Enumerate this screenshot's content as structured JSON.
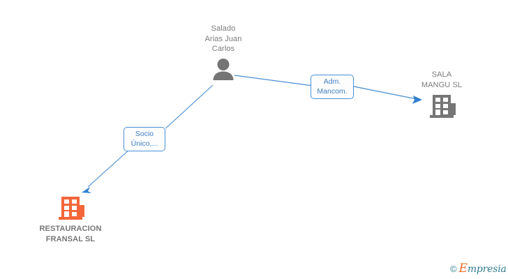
{
  "diagram": {
    "background_color": "#ffffff",
    "edge_color": "#4a8fd4",
    "person_icon_color": "#757575",
    "company_gray_color": "#767676",
    "company_orange_color": "#f4663a",
    "caption_color": "#7b7b7b",
    "nodes": [
      {
        "id": "person",
        "type": "person",
        "icon": "person-icon",
        "caption_lines": [
          "Salado",
          "Arias Juan",
          "Carlos"
        ],
        "bold": false
      },
      {
        "id": "company-sala",
        "type": "company",
        "icon": "building-icon",
        "icon_color": "#767676",
        "caption_lines": [
          "SALA",
          "MANGU SL"
        ],
        "bold": false
      },
      {
        "id": "company-restauracion",
        "type": "company",
        "icon": "building-icon",
        "icon_color": "#f4663a",
        "caption_lines": [
          "RESTAURACION",
          "FRANSAL SL"
        ],
        "bold": true
      }
    ],
    "edges": [
      {
        "id": "edge-adm-mancom",
        "from": "person",
        "to": "company-sala",
        "label_lines": [
          "Adm.",
          "Mancom."
        ],
        "arrow": "to-target"
      },
      {
        "id": "edge-socio-unico",
        "from": "person",
        "to": "company-restauracion",
        "label_lines": [
          "Socio",
          "Único,..."
        ],
        "arrow": "to-target"
      }
    ]
  },
  "watermark": {
    "copyright_symbol": "©",
    "brand_initial": "E",
    "brand_rest": "mpresia"
  }
}
